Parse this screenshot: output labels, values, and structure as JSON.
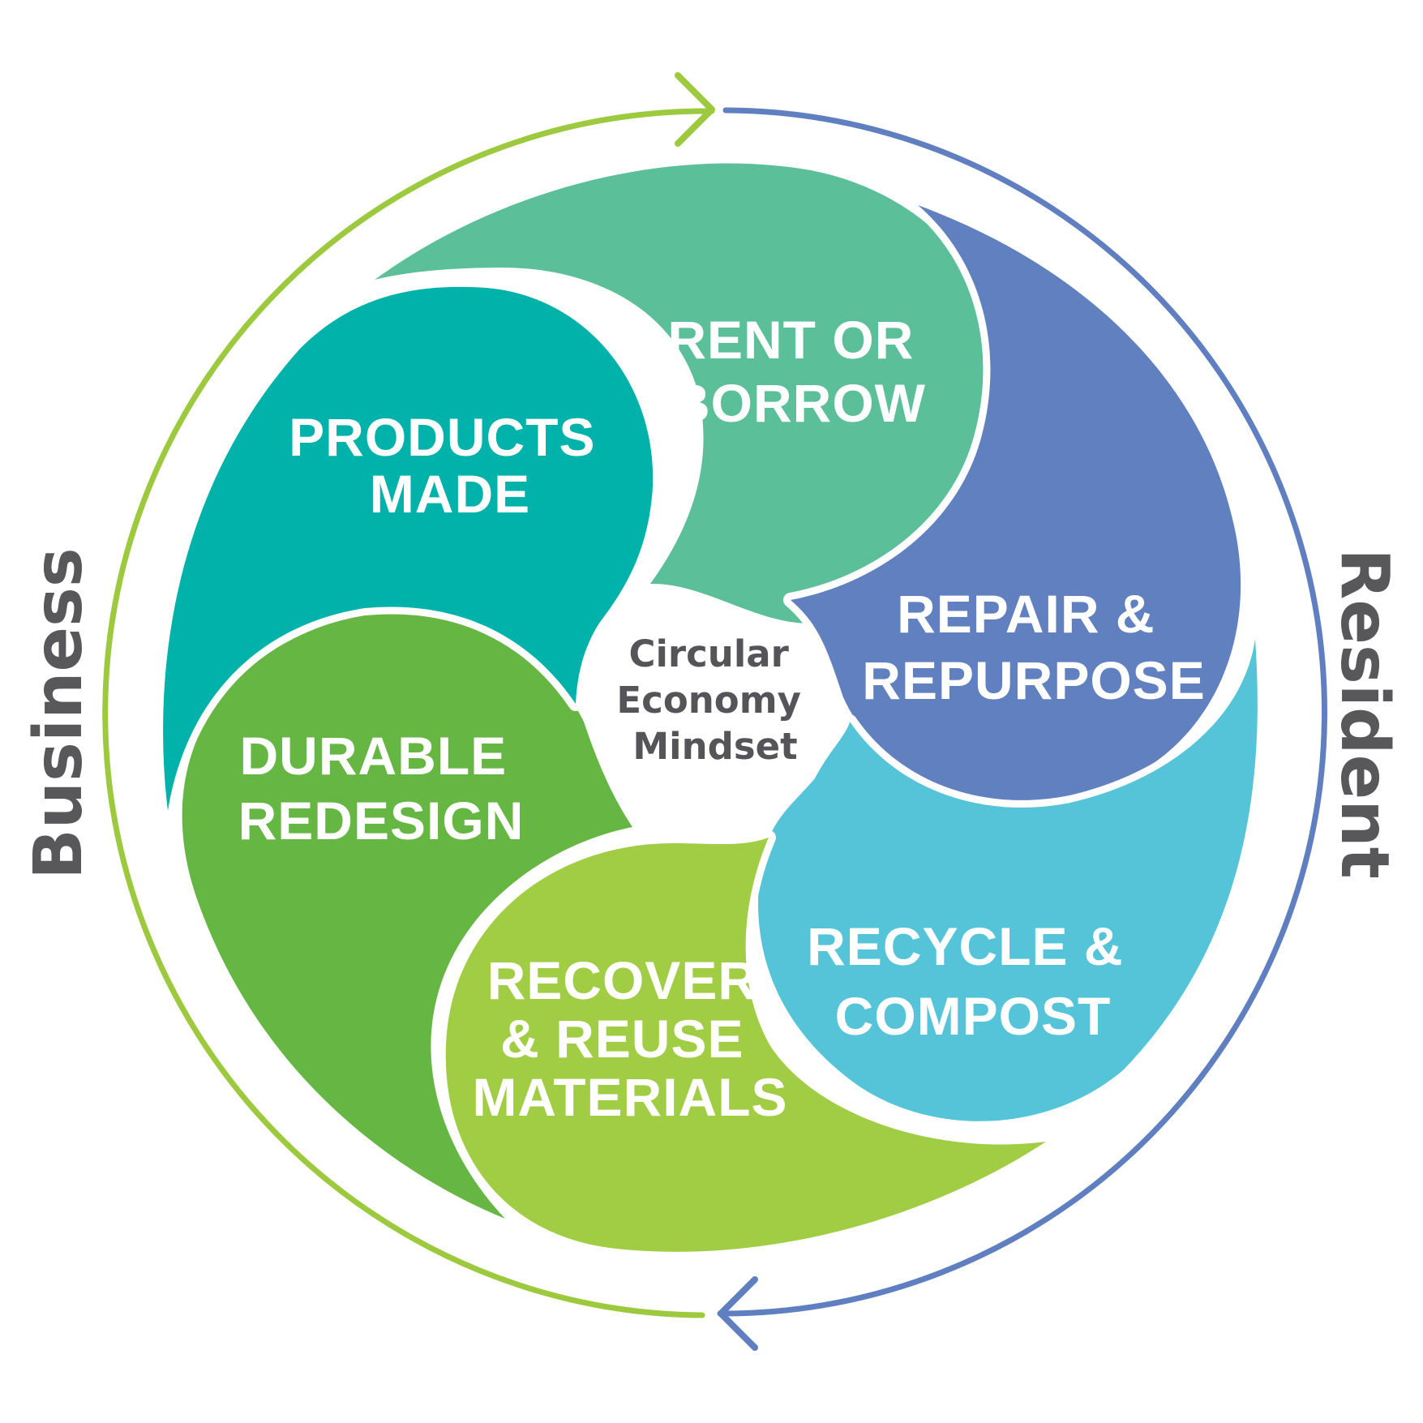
{
  "title": "Circular Economy Mindset",
  "center": {
    "lines": [
      "Circular",
      "Economy",
      "Mindset"
    ],
    "color": "#555559"
  },
  "sides": {
    "left": {
      "label": "Business",
      "arc_color": "#9dc93f"
    },
    "right": {
      "label": "Resident",
      "arc_color": "#5f7fc1"
    }
  },
  "petals": [
    {
      "id": "products-made",
      "lines": [
        "PRODUCTS",
        "MADE"
      ],
      "color": "#00b2aa"
    },
    {
      "id": "rent-or-borrow",
      "lines": [
        "RENT OR",
        "BORROW"
      ],
      "color": "#5bbf9a"
    },
    {
      "id": "repair-repurpose",
      "lines": [
        "REPAIR &",
        "REPURPOSE"
      ],
      "color": "#6080c0"
    },
    {
      "id": "recycle-compost",
      "lines": [
        "RECYCLE &",
        "COMPOST"
      ],
      "color": "#56c4d8"
    },
    {
      "id": "recover-reuse",
      "lines": [
        "RECOVER",
        "& REUSE",
        "MATERIALS"
      ],
      "color": "#a1cd44"
    },
    {
      "id": "durable-redesign",
      "lines": [
        "DURABLE",
        "REDESIGN"
      ],
      "color": "#66b644"
    }
  ]
}
